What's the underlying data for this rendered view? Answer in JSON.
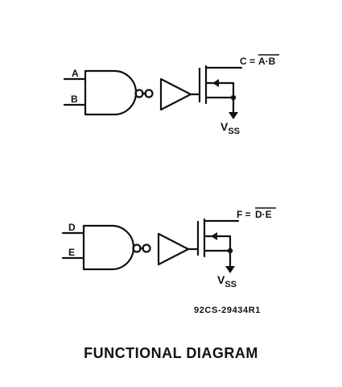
{
  "circuit_1": {
    "input_a": "A",
    "input_b": "B",
    "output_expr": "C = A·B",
    "output_prefix": "C =",
    "output_overbar_text": "A·B",
    "supply": "V",
    "supply_sub": "SS"
  },
  "circuit_2": {
    "input_a": "D",
    "input_b": "E",
    "output_expr": "F = D·E",
    "output_prefix": "F =",
    "output_overbar_text": "D·E",
    "supply": "V",
    "supply_sub": "SS"
  },
  "part_code": "92CS-29434R1",
  "caption": "FUNCTIONAL DIAGRAM",
  "colors": {
    "ink": "#111111",
    "background": "#ffffff"
  }
}
